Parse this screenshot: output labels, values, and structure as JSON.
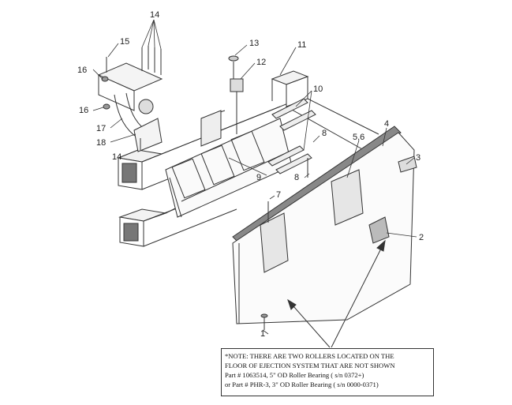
{
  "callouts": [
    {
      "id": "c1",
      "text": "1"
    },
    {
      "id": "c2",
      "text": "2"
    },
    {
      "id": "c3",
      "text": "3"
    },
    {
      "id": "c4",
      "text": "4"
    },
    {
      "id": "c56",
      "text": "5,6"
    },
    {
      "id": "c7",
      "text": "7"
    },
    {
      "id": "c8a",
      "text": "8"
    },
    {
      "id": "c8b",
      "text": "8"
    },
    {
      "id": "c9",
      "text": "9"
    },
    {
      "id": "c10",
      "text": "10"
    },
    {
      "id": "c11",
      "text": "11"
    },
    {
      "id": "c12",
      "text": "12"
    },
    {
      "id": "c13",
      "text": "13"
    },
    {
      "id": "c14a",
      "text": "14"
    },
    {
      "id": "c14b",
      "text": "14"
    },
    {
      "id": "c15",
      "text": "15"
    },
    {
      "id": "c16a",
      "text": "16"
    },
    {
      "id": "c16b",
      "text": "16"
    },
    {
      "id": "c17",
      "text": "17"
    },
    {
      "id": "c18",
      "text": "18"
    }
  ],
  "note": {
    "line1": "*NOTE: THERE ARE TWO ROLLERS LOCATED ON THE",
    "line2": "FLOOR OF EJECTION SYSTEM THAT ARE NOT SHOWN",
    "line3": "Part # 1063514, 5\" OD Roller Bearing ( s/n 0372+)",
    "line4": "or Part # PHR-3, 3\" OD Roller Bearing ( s/n 0000-0371)"
  }
}
